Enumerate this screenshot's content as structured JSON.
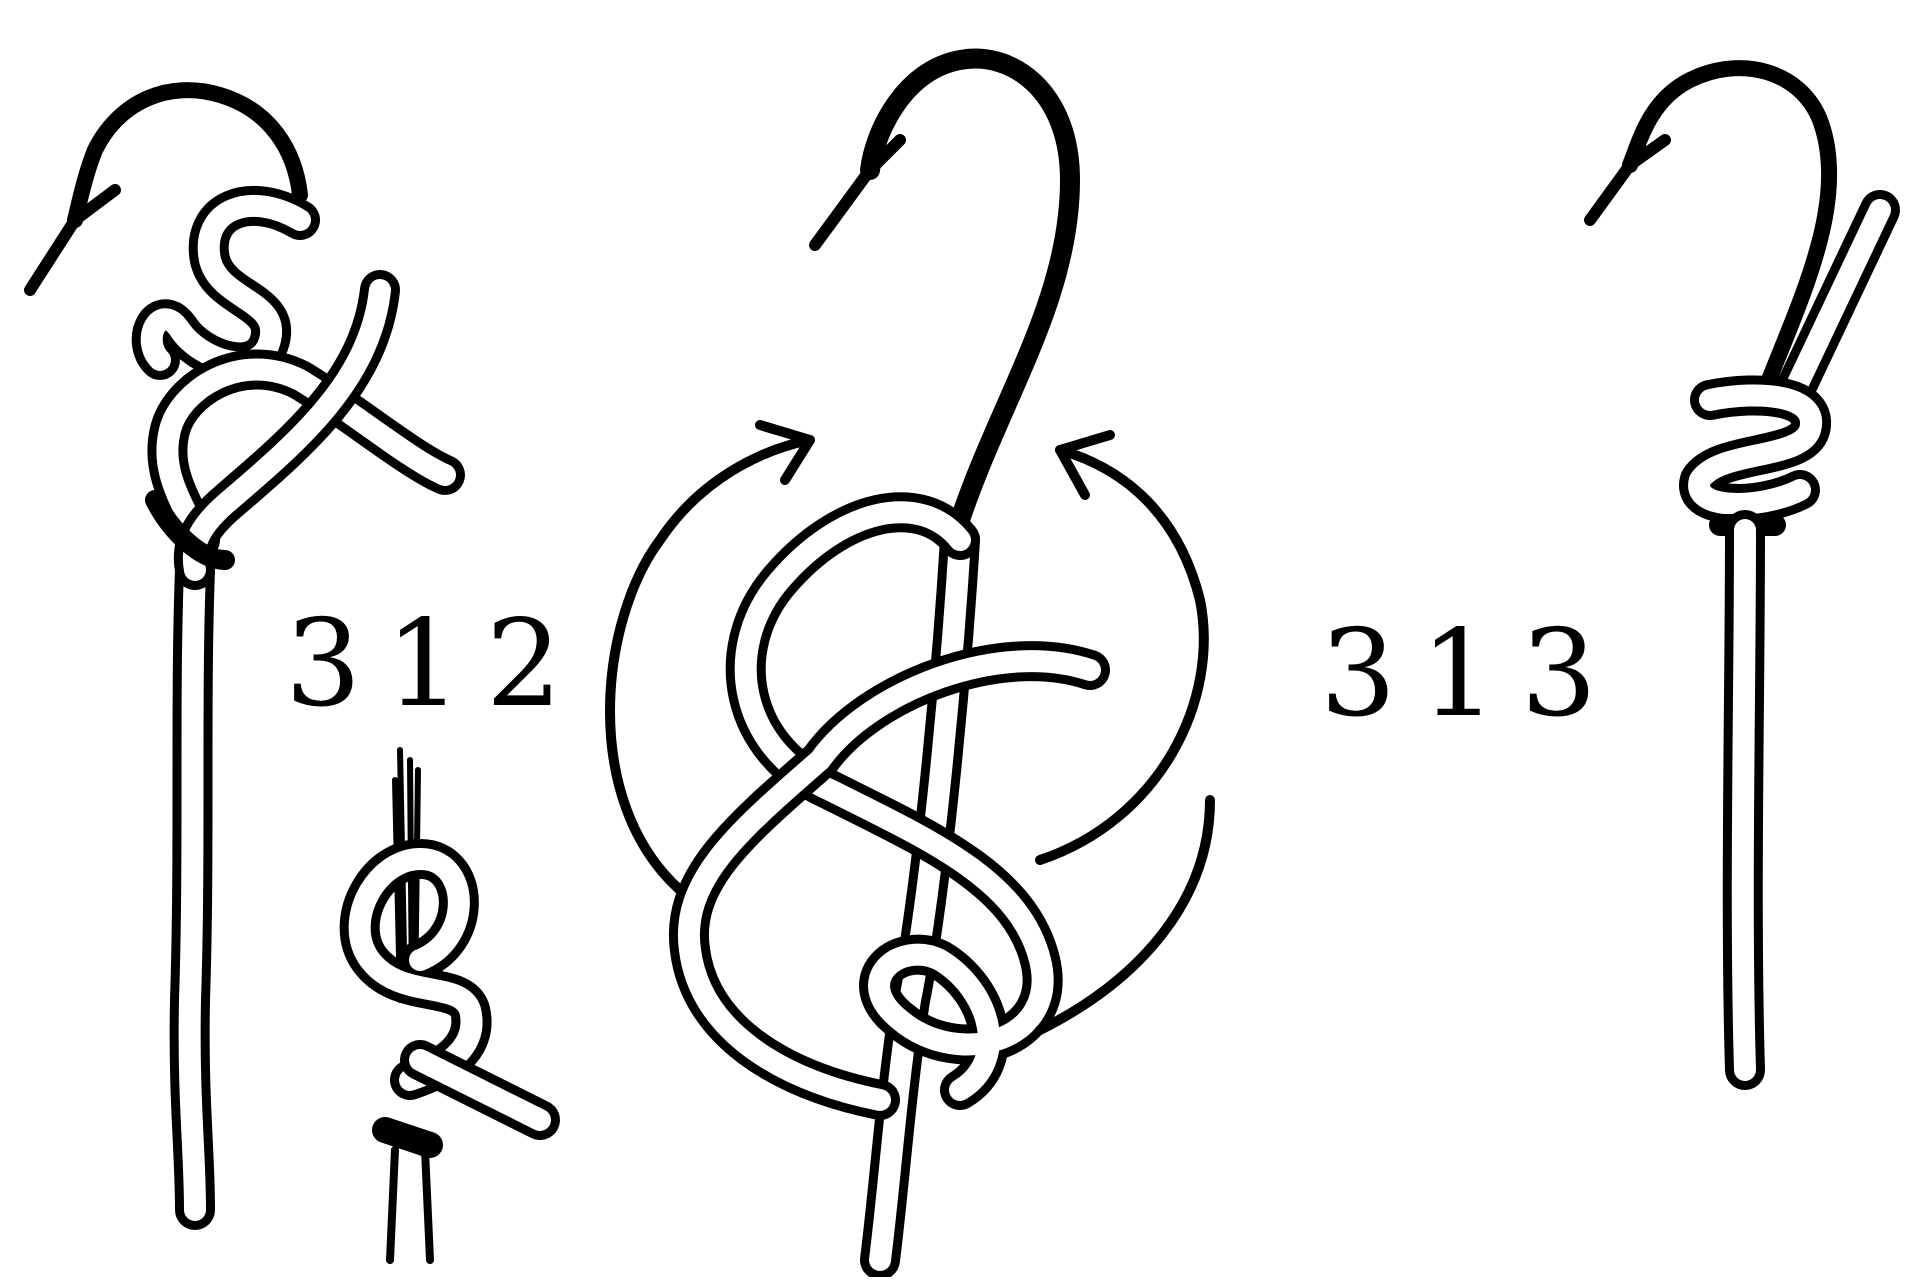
{
  "figures": [
    {
      "id": "312",
      "label": "312"
    },
    {
      "id": "313",
      "label": "313"
    }
  ],
  "colors": {
    "ink": "#000000",
    "paper": "#ffffff"
  }
}
